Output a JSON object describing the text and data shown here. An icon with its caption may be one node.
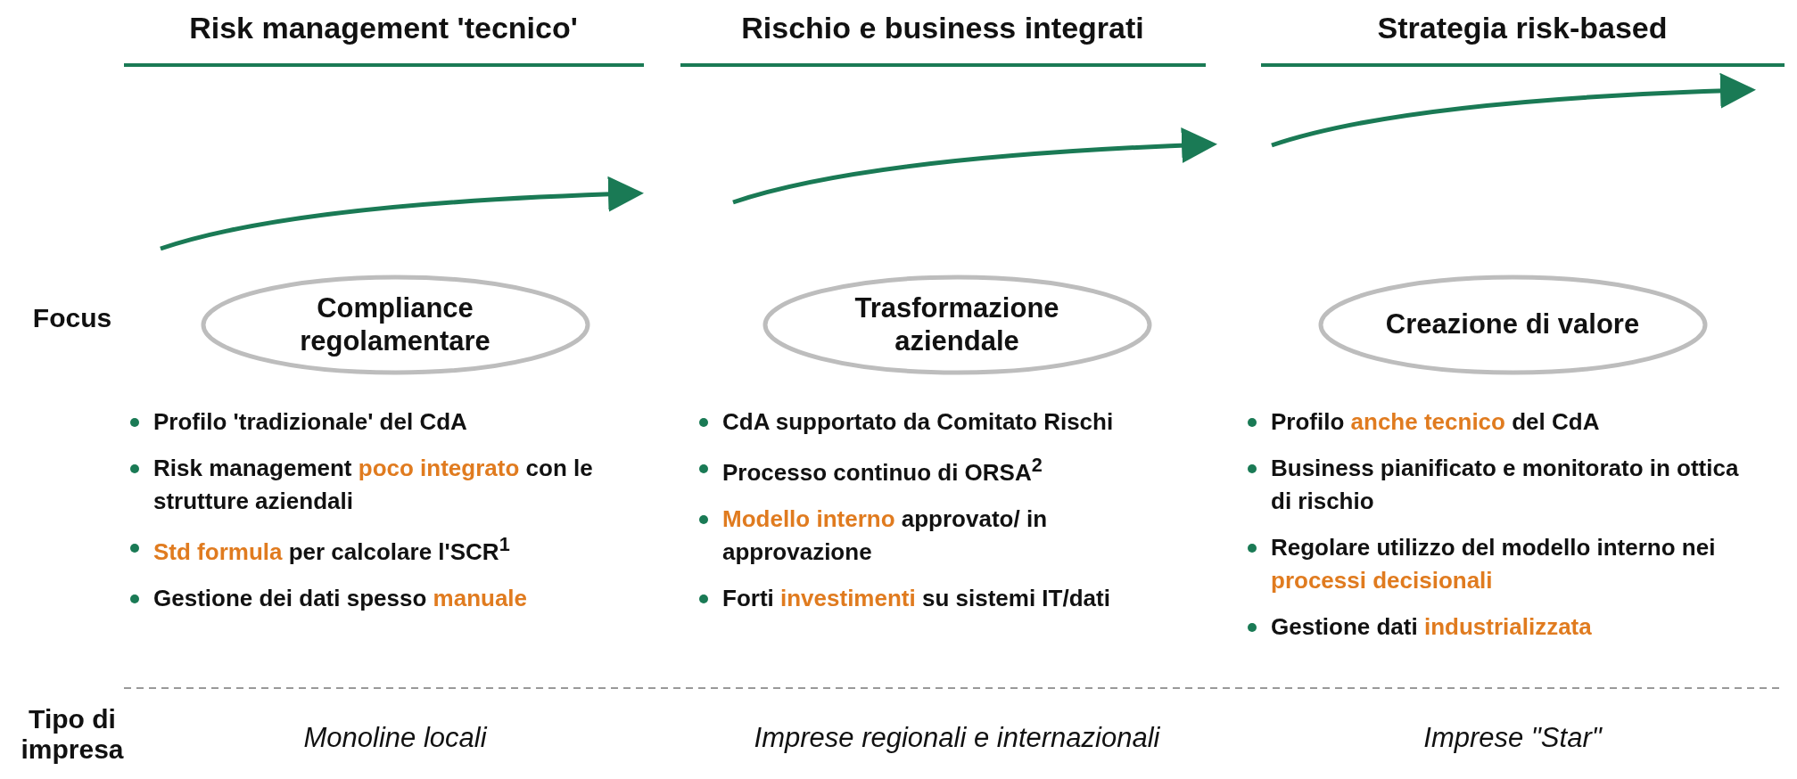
{
  "diagram": {
    "nodes": [
      {
        "text": [
          "Compliance regolamentare"
        ]
      },
      {
        "text": [
          "Trasformazione aziendale"
        ]
      },
      {
        "text": [
          "Creazione di valore"
        ]
      }
    ],
    "labels": [
      "Risk management 'tecnico'",
      "Rischio e business integrati",
      "Strategia risk-based",
      "Focus",
      "Profilo 'tradizionale' del CdA",
      "Risk management **poco integrato** con le strutture aziendali",
      "**Std formula** per calcolare l'SCR$^{1}$",
      "Gestione dei dati spesso **manuale**",
      "CdA supportato da Comitato Rischi",
      "Processo continuo di ORSA$^{2}$",
      "**Modello interno** approvato/ in approvazione",
      "Forti **investimenti** su sistemi IT/dati",
      "Profilo **anche tecnico** del CdA",
      "Business pianificato e monitorato in ottica di rischio",
      "Regolare utilizzo del modello interno nei **processi decisionali**",
      "Gestione dati **industrializzata**",
      "Tipo di impresa",
      "Monoline locali",
      "Imprese regionali e internazionali",
      "Imprese \"Star\""
    ]
  }
}
